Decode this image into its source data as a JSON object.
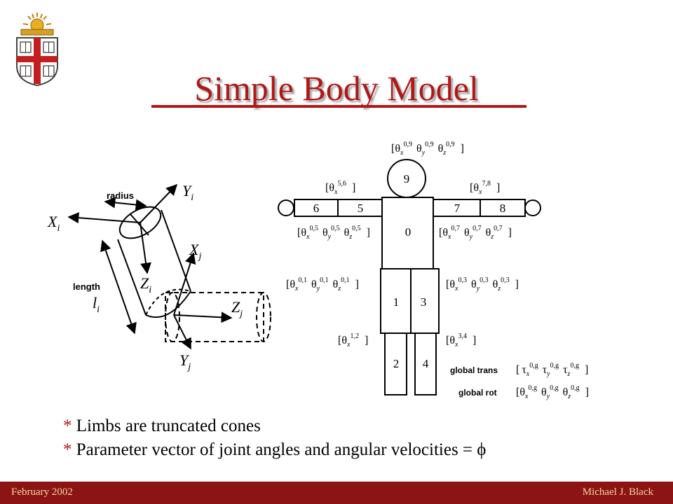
{
  "slide": {
    "title": "Simple Body Model",
    "bullets": [
      {
        "marker": "*",
        "text": " Limbs are truncated cones"
      },
      {
        "marker": "*",
        "text": " Parameter vector of joint angles and angular velocities = ϕ"
      }
    ],
    "footer": {
      "left": "February 2002",
      "right": "Michael J. Black"
    }
  },
  "cylinder_diagram": {
    "labels": {
      "radius": "radius",
      "length": "length",
      "l": "l",
      "i": "i",
      "X": "X",
      "Y": "Y",
      "Z": "Z",
      "j": "j"
    }
  },
  "body_diagram": {
    "segments": [
      "0",
      "1",
      "2",
      "3",
      "4",
      "5",
      "6",
      "7",
      "8",
      "9"
    ],
    "theta": "θ",
    "sub": {
      "x": "x",
      "y": "y",
      "z": "z"
    },
    "sup": {
      "s09": "0,9",
      "s56": "5,6",
      "s78": "7,8",
      "s05": "0,5",
      "s07": "0,7",
      "s01": "0,1",
      "s03": "0,3",
      "s12": "1,2",
      "s34": "3,4",
      "s0g": "0,g"
    },
    "tau": "τ",
    "bracket_open": "[",
    "bracket_close": "]",
    "global_trans": "global trans",
    "global_rot": "global rot"
  },
  "colors": {
    "accent": "#b01818",
    "footer_bg": "#8c1414",
    "footer_text": "#f0d8a0"
  }
}
